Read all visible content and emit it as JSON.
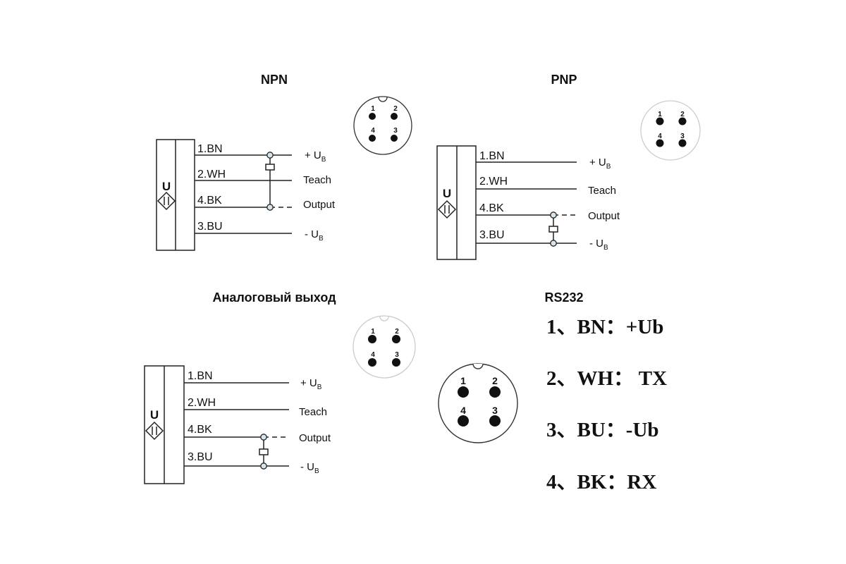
{
  "npn": {
    "title": "NPN",
    "wires": [
      "1.BN",
      "2.WH",
      "4.BK",
      "3.BU"
    ],
    "signals": [
      "+ U",
      "Teach",
      "Output",
      "- U"
    ],
    "sub": "B",
    "sensor_letter": "U",
    "connector_pins": [
      "1",
      "2",
      "4",
      "3"
    ]
  },
  "pnp": {
    "title": "PNP",
    "wires": [
      "1.BN",
      "2.WH",
      "4.BK",
      "3.BU"
    ],
    "signals": [
      "+ U",
      "Teach",
      "Output",
      "- U"
    ],
    "sub": "B",
    "sensor_letter": "U",
    "connector_pins": [
      "1",
      "2",
      "4",
      "3"
    ]
  },
  "analog": {
    "title": "Аналоговый выход",
    "wires": [
      "1.BN",
      "2.WH",
      "4.BK",
      "3.BU"
    ],
    "signals": [
      "+ U",
      "Teach",
      "Output",
      "- U"
    ],
    "sub": "B",
    "sensor_letter": "U",
    "connector_pins": [
      "1",
      "2",
      "4",
      "3"
    ]
  },
  "rs232": {
    "title": "RS232",
    "connector_pins": [
      "1",
      "2",
      "4",
      "3"
    ],
    "pinout": [
      "1、BN：+Ub",
      "2、WH： TX",
      "3、BU：-Ub",
      "4、BK：RX"
    ]
  }
}
